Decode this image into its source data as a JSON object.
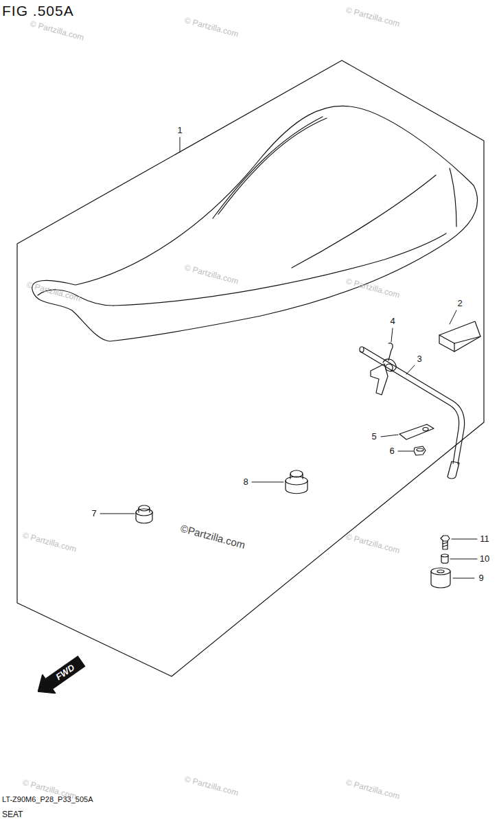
{
  "diagram": {
    "title": "FIG .505A",
    "nodes": [
      {
        "text": [
          "FWD"
        ]
      }
    ],
    "labels": [
      "1",
      "2",
      "3",
      "4",
      "5",
      "6",
      "7",
      "8",
      "9",
      "10",
      "11",
      "© Partzilla.com",
      "© Partzilla.com",
      "© Partzilla.com",
      "© Partzilla.com",
      "© Partzilla.com",
      "© Partzilla.com",
      "© Partzilla.com",
      "©Partzilla.com",
      "© Partzilla.com",
      "© Partzilla.com",
      "© Partzilla.com",
      "© Partzilla.com",
      "LT-Z90M6_P28_P33_505A",
      "SEAT"
    ]
  }
}
